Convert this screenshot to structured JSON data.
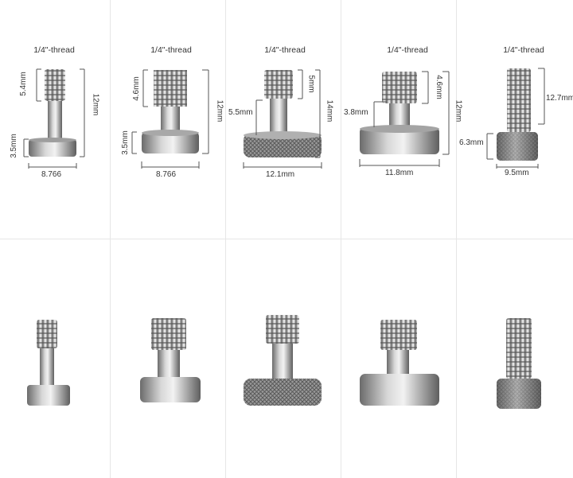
{
  "top_row": [
    {
      "thread": "1/4\"-thread",
      "thread_len": "5.4mm",
      "total": "12mm",
      "head_h": "3.5mm",
      "head_w": "8.766"
    },
    {
      "thread": "1/4\"-thread",
      "thread_len": "4.6mm",
      "total": "12mm",
      "head_h": "3.5mm",
      "head_w": "8.766"
    },
    {
      "thread": "1/4\"-thread",
      "thread_len": "5mm",
      "total": "14mm",
      "shank": "5.5mm",
      "head_w": "12.1mm"
    },
    {
      "thread": "1/4\"-thread",
      "thread_len": "4.6mm",
      "total": "12mm",
      "shank": "3.8mm",
      "head_w": "11.8mm"
    },
    {
      "thread": "1/4\"-thread",
      "thread_len": "12.7mm",
      "head_h": "6.3mm",
      "head_w": "9.5mm"
    }
  ],
  "screw_types": [
    "short-flat-head",
    "flat-head",
    "knurled-head",
    "wide-flat-head",
    "socket-cap"
  ]
}
